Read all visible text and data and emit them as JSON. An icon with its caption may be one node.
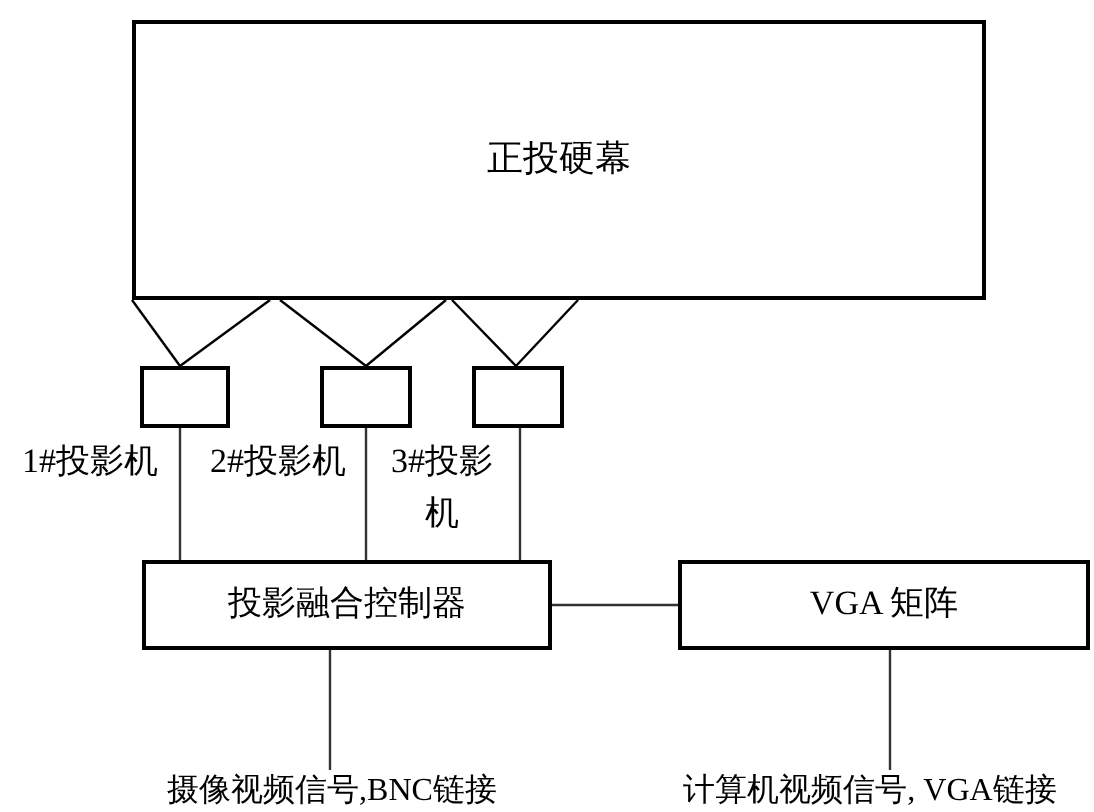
{
  "diagram": {
    "nodes": [
      {
        "text": [
          "正投硬幕"
        ]
      },
      {
        "text": [],
        "shape": "box",
        "beside": [
          "1#投影机"
        ]
      },
      {
        "text": [],
        "shape": "box",
        "beside": [
          "2#投影机"
        ]
      },
      {
        "text": [],
        "shape": "box",
        "beside": [
          "3#投影机"
        ]
      },
      {
        "text": [
          "投影融合控制器"
        ]
      },
      {
        "text": [
          "VGA 矩阵"
        ]
      },
      {
        "text": [
          "摄像视频信号,BNC链接"
        ]
      },
      {
        "text": [
          "计算机视频信号, VGA链接"
        ]
      }
    ],
    "edges": [
      {
        "from": 0,
        "to": 1,
        "arrow": "none"
      },
      {
        "from": 0,
        "to": 1,
        "arrow": "none"
      },
      {
        "from": 0,
        "to": 2,
        "arrow": "none"
      },
      {
        "from": 0,
        "to": 2,
        "arrow": "none"
      },
      {
        "from": 0,
        "to": 3,
        "arrow": "none"
      },
      {
        "from": 0,
        "to": 3,
        "arrow": "none"
      },
      {
        "from": 1,
        "to": 4,
        "arrow": "none"
      },
      {
        "from": 2,
        "to": 4,
        "arrow": "none"
      },
      {
        "from": 3,
        "to": 4,
        "arrow": "none"
      },
      {
        "from": 4,
        "to": 5,
        "arrow": "none"
      },
      {
        "from": 6,
        "to": 4,
        "arrow": "none"
      },
      {
        "from": 7,
        "to": 5,
        "arrow": "none"
      }
    ]
  }
}
